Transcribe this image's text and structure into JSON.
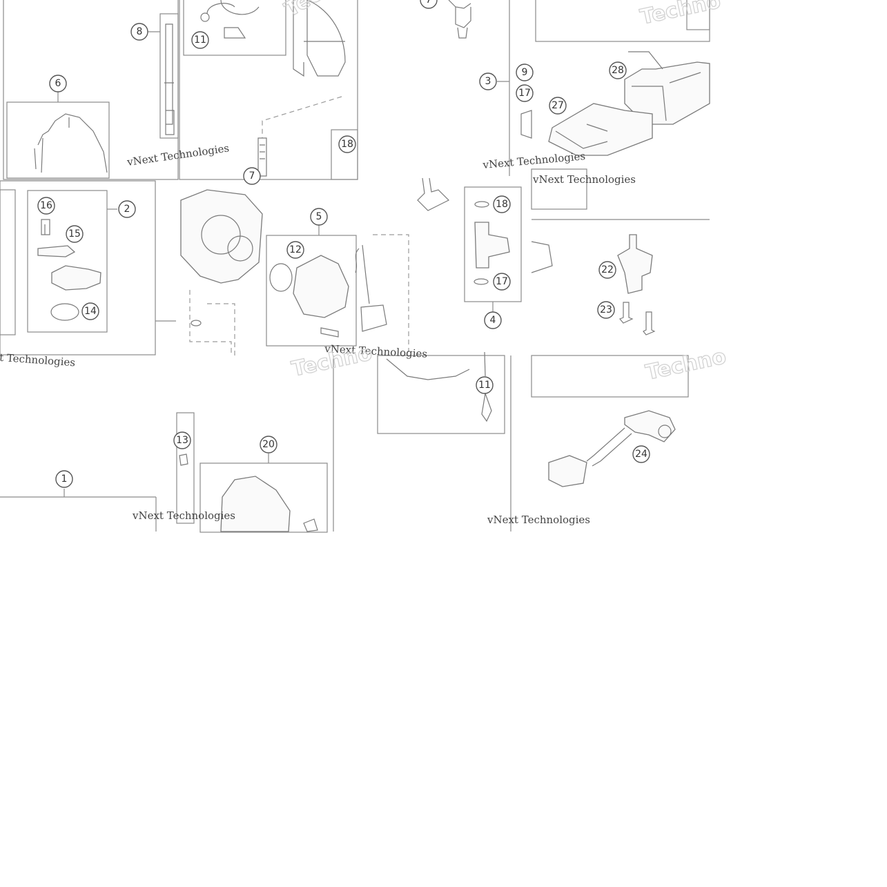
{
  "diagram": {
    "callouts": {
      "c1": "1",
      "c2": "2",
      "c3": "3",
      "c4": "4",
      "c5": "5",
      "c6": "6",
      "c7": "7",
      "c8": "8",
      "c9": "9",
      "c11": "11",
      "c12": "12",
      "c13": "13",
      "c14": "14",
      "c15": "15",
      "c16": "16",
      "c17": "17",
      "c18": "18",
      "c20": "20",
      "c22": "22",
      "c23": "23",
      "c24": "24",
      "c27": "27",
      "c28": "28"
    },
    "watermark": {
      "brand": "vNext Technologies",
      "short": "Techno"
    }
  }
}
